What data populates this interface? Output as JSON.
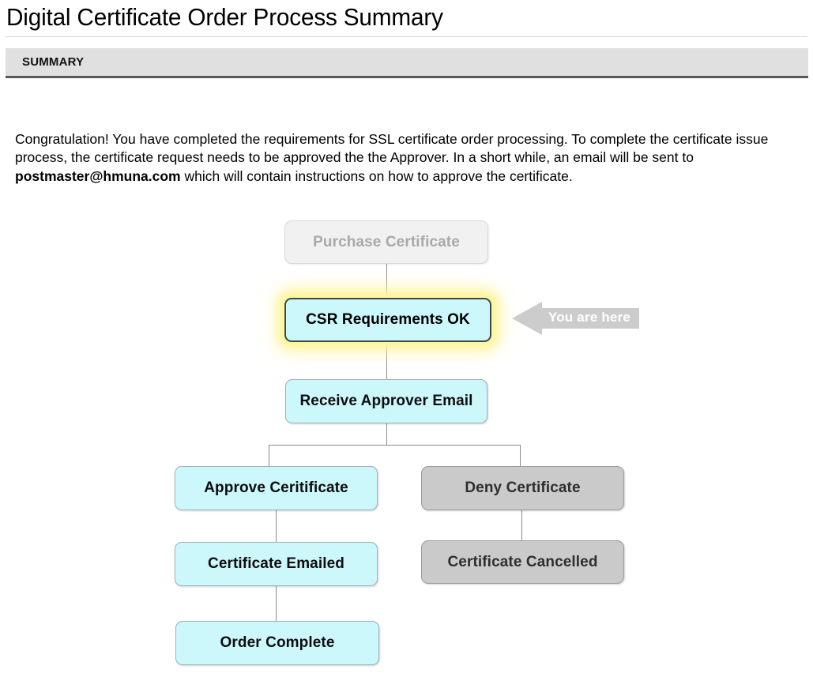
{
  "header": {
    "title": "Digital Certificate Order Process Summary",
    "section_label": "SUMMARY"
  },
  "body": {
    "intro_part1": "Congratulation! You have completed the requirements for SSL certificate order processing. To complete the certificate issue process, the certificate request needs to be approved the the Approver. In a short while, an email will be sent to ",
    "intro_email": "postmaster@hmuna.com",
    "intro_part2": " which will contain instructions on how to approve the certificate."
  },
  "flowchart": {
    "marker_label": "You are here",
    "nodes": [
      {
        "id": "purchase-certificate",
        "label": "Purchase Certificate",
        "state": "disabled"
      },
      {
        "id": "csr-requirements-ok",
        "label": "CSR Requirements OK",
        "state": "current"
      },
      {
        "id": "receive-approver-email",
        "label": "Receive Approver Email",
        "state": "active"
      },
      {
        "id": "approve-certificate",
        "label": "Approve Ceritificate",
        "state": "active"
      },
      {
        "id": "deny-certificate",
        "label": "Deny Certificate",
        "state": "muted"
      },
      {
        "id": "certificate-emailed",
        "label": "Certificate Emailed",
        "state": "active"
      },
      {
        "id": "certificate-cancelled",
        "label": "Certificate Cancelled",
        "state": "muted"
      },
      {
        "id": "order-complete",
        "label": "Order Complete",
        "state": "active"
      }
    ]
  },
  "colors": {
    "active_fill": "#CCF7FB",
    "muted_fill": "#CACACA",
    "disabled_fill": "#F1F1F1",
    "highlight_glow": "#FFF5A0",
    "summary_bar": "#E0E0E0",
    "connector": "#8A8A8A",
    "arrow_fill": "#CCCCCC"
  }
}
